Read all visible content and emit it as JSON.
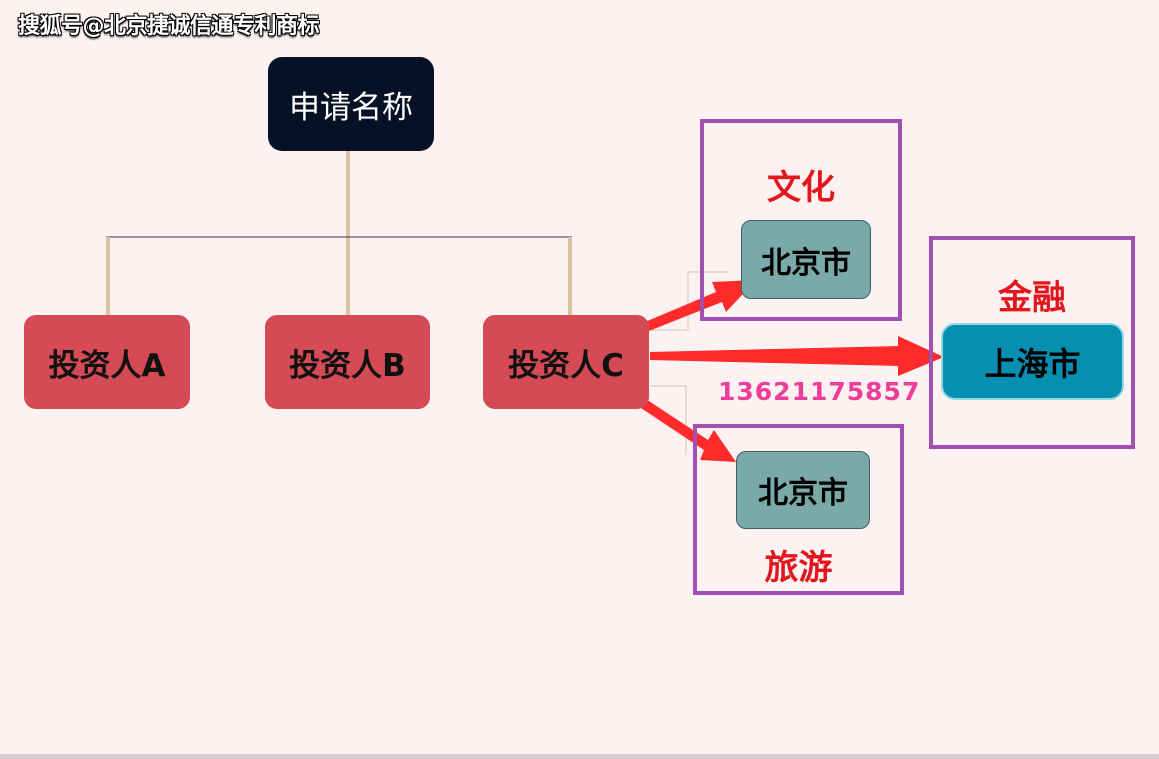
{
  "watermark": "搜狐号@北京捷诚信通专利商标",
  "root": {
    "label": "申请名称"
  },
  "investors": [
    {
      "label": "投资人A"
    },
    {
      "label": "投资人B"
    },
    {
      "label": "投资人C"
    }
  ],
  "targets": [
    {
      "category": "文化",
      "city": "北京市"
    },
    {
      "category": "金融",
      "city": "上海市"
    },
    {
      "category": "旅游",
      "city": "北京市"
    }
  ],
  "phone": "13621175857",
  "colors": {
    "root_fill": "#071126",
    "investor_fill": "#d44a55",
    "frame_border": "#a14fb0",
    "city_fill": "#7aa9a9",
    "city_highlight_fill": "#078fb2",
    "category_text": "#e2171e",
    "arrow": "#ff2a2a",
    "connector": "#d9c3a5",
    "phone_text": "#ec3d9a"
  }
}
